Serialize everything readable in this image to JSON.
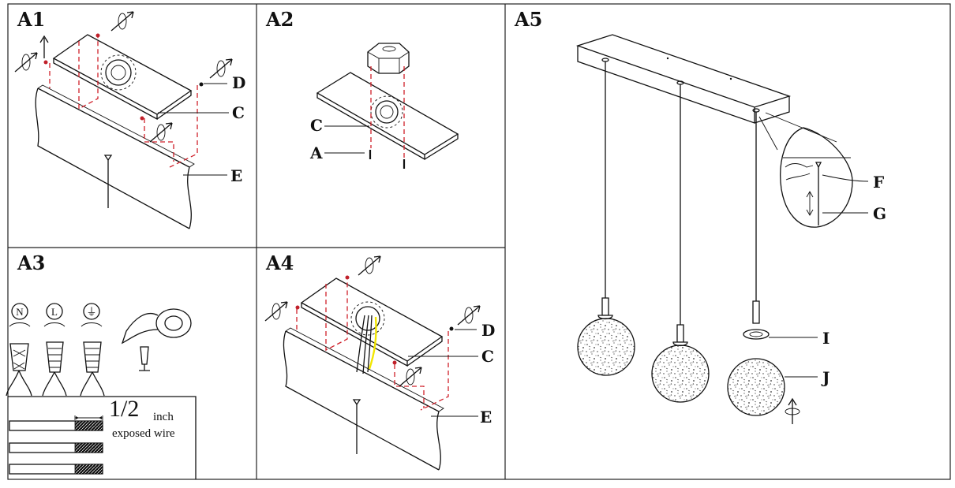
{
  "panels": {
    "a1": {
      "label": "A1"
    },
    "a2": {
      "label": "A2"
    },
    "a3": {
      "label": "A3"
    },
    "a4": {
      "label": "A4"
    },
    "a5": {
      "label": "A5"
    }
  },
  "callouts": {
    "a": "A",
    "c": "C",
    "d": "D",
    "e": "E",
    "f": "F",
    "g": "G",
    "i": "I",
    "j": "J"
  },
  "wire_symbols": {
    "neutral": "N",
    "live": "L",
    "ground": "⏚"
  },
  "strip_guide": {
    "fraction": "1/2",
    "unit": "inch",
    "caption": "exposed wire"
  },
  "colors": {
    "line": "#111111",
    "guide_dash": "#d0202a",
    "ground_wire": "#f2e600"
  }
}
